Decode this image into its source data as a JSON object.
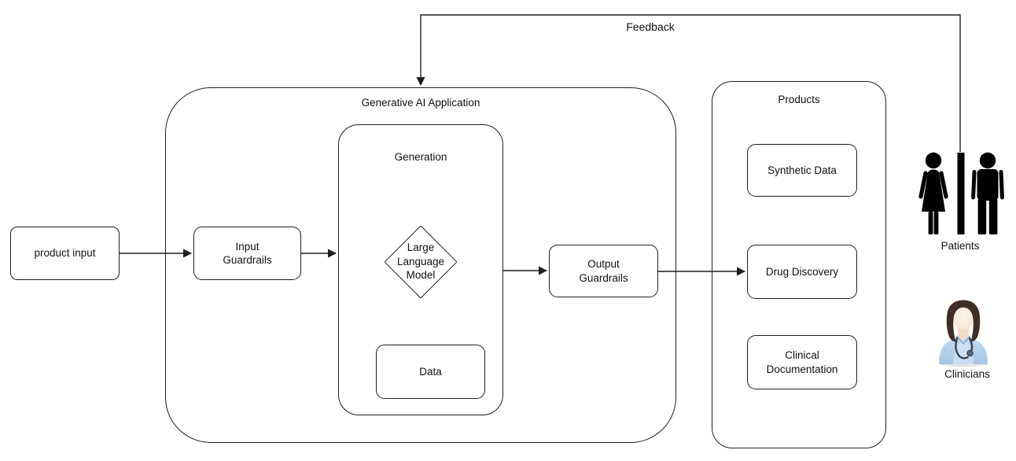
{
  "diagram": {
    "background": "#ffffff",
    "stroke_color": "#1f1f1f",
    "feedback": {
      "label": "Feedback"
    },
    "containers": {
      "genai_app": {
        "label": "Generative AI Application"
      },
      "generation": {
        "label": "Generation"
      },
      "products": {
        "label": "Products"
      }
    },
    "nodes": {
      "product_input": {
        "label": "product input"
      },
      "input_guardrails": {
        "label": "Input\nGuardrails"
      },
      "llm": {
        "label": "Large\nLanguage\nModel",
        "shape": "diamond"
      },
      "data": {
        "label": "Data"
      },
      "output_guardrails": {
        "label": "Output\nGuardrails"
      },
      "synthetic_data": {
        "label": "Synthetic Data"
      },
      "drug_discovery": {
        "label": "Drug Discovery"
      },
      "clinical_documentation": {
        "label": "Clinical\nDocumentation"
      }
    },
    "actors": {
      "patients": {
        "label": "Patients",
        "icon": "male-female-restroom-icon"
      },
      "clinicians": {
        "label": "Clinicians",
        "icon": "female-clinician-icon"
      }
    },
    "icon_colors": {
      "restroom_figures": "#000000",
      "clinician_hair": "#3f2e26",
      "clinician_skin": "#f8e8d8",
      "clinician_scrubs": "#b4d1ea",
      "clinician_stethoscope": "#35434f"
    }
  }
}
